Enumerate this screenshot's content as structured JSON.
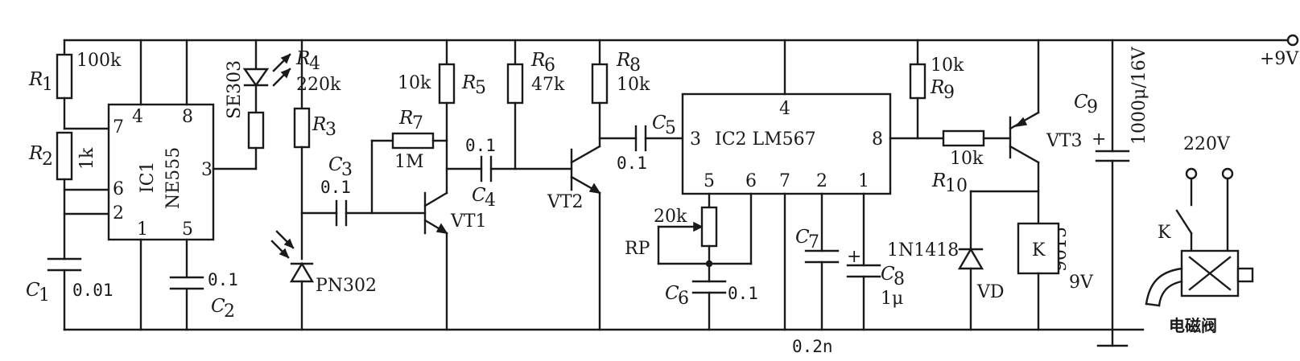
{
  "supply": "+9V",
  "ac": "220V",
  "valve": "电磁阀",
  "ic1": {
    "name": "IC1",
    "type": "NE555",
    "pins": [
      "4",
      "8",
      "7",
      "6",
      "2",
      "1",
      "5",
      "3"
    ]
  },
  "ic2": {
    "name": "IC2 LM567",
    "pins": [
      "4",
      "3",
      "8",
      "5",
      "6",
      "7",
      "2",
      "1"
    ]
  },
  "r1": {
    "ref": "R",
    "sub": "1",
    "value": "100k"
  },
  "r2": {
    "ref": "R",
    "sub": "2",
    "value": "1k"
  },
  "r3": {
    "ref": "R",
    "sub": "3"
  },
  "r4": {
    "ref": "R",
    "sub": "4",
    "value": "220k"
  },
  "r5": {
    "ref": "R",
    "sub": "5",
    "value": "10k"
  },
  "r6": {
    "ref": "R",
    "sub": "6",
    "value": "47k"
  },
  "r7": {
    "ref": "R",
    "sub": "7",
    "value": "1M"
  },
  "r8": {
    "ref": "R",
    "sub": "8",
    "value": "10k"
  },
  "r9": {
    "ref": "R",
    "sub": "9",
    "value": "10k"
  },
  "r10": {
    "ref": "R",
    "sub": "10",
    "value": "10k"
  },
  "rp": {
    "ref": "RP",
    "value": "20k"
  },
  "c1": {
    "ref": "C",
    "sub": "1",
    "value": "0.01"
  },
  "c2": {
    "ref": "C",
    "sub": "2",
    "value": "0.1"
  },
  "c3": {
    "ref": "C",
    "sub": "3",
    "value": "0.1"
  },
  "c4": {
    "ref": "C",
    "sub": "4",
    "value": "0.1"
  },
  "c5": {
    "ref": "C",
    "sub": "5",
    "value": "0.1"
  },
  "c6": {
    "ref": "C",
    "sub": "6",
    "value": "0.1"
  },
  "c7": {
    "ref": "C",
    "sub": "7",
    "value": "0.2n"
  },
  "c8": {
    "ref": "C",
    "sub": "8",
    "value": "1μ"
  },
  "c9": {
    "ref": "C",
    "sub": "9",
    "value": "1000μ/16V"
  },
  "led": "SE303",
  "photodiode": "PN302",
  "vt1": "VT1",
  "vt2": "VT2",
  "vt3": {
    "ref": "VT3",
    "type": "9015"
  },
  "vd": {
    "ref": "VD",
    "type": "1N1418"
  },
  "relay": {
    "ref": "K",
    "voltage": "9V"
  },
  "contact": "K",
  "plus": "+"
}
